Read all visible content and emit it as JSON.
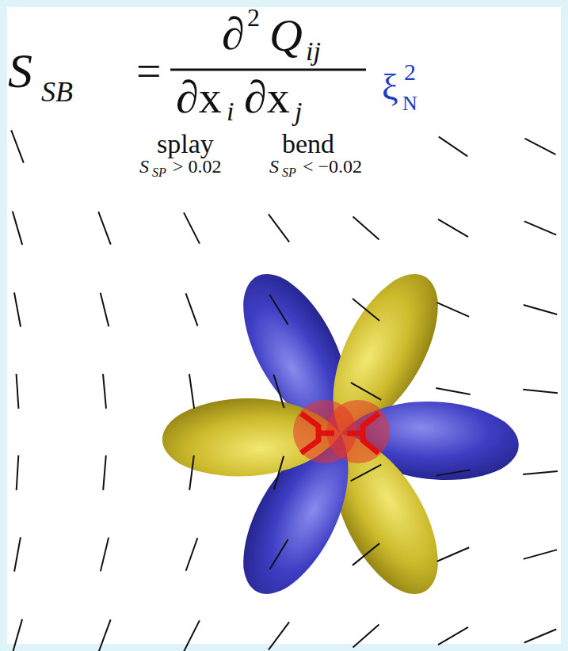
{
  "diagram": {
    "labels": [
      "S",
      "SB",
      "=",
      "∂",
      "2",
      "Q",
      "ij",
      "∂x",
      "i",
      "∂x",
      "j",
      "ξ",
      "N",
      "2",
      "splay",
      "S",
      "SP",
      "> 0.02",
      "bend",
      "S",
      "SP",
      "< −0.02"
    ]
  }
}
